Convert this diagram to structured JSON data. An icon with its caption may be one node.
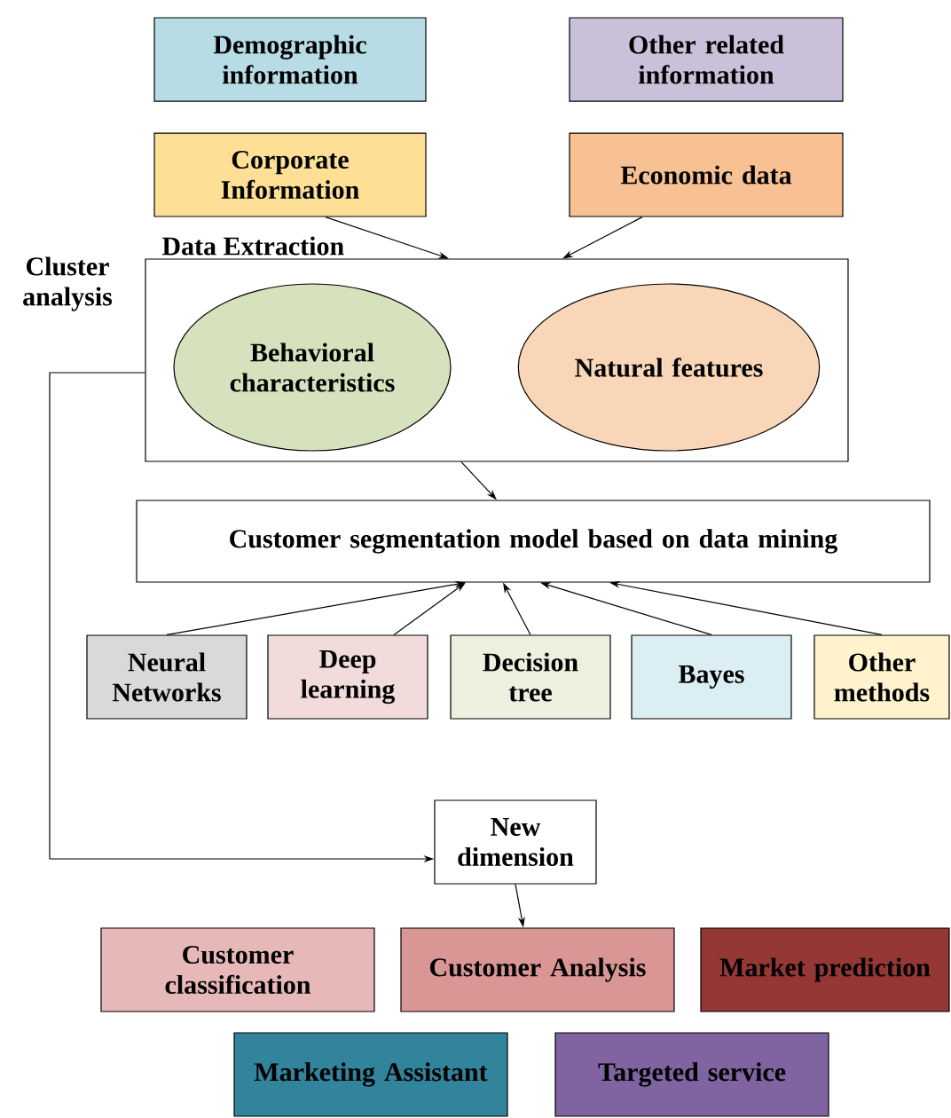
{
  "diagram": {
    "nodes": [
      {
        "text": [
          "Demographic information"
        ]
      },
      {
        "text": [
          "Other related information"
        ]
      },
      {
        "text": [
          "Corporate Information"
        ]
      },
      {
        "text": [
          "Economic data"
        ]
      },
      {
        "text": [
          "Data Extraction"
        ]
      },
      {
        "text": [
          "Behavioral characteristics"
        ],
        "in": 4
      },
      {
        "text": [
          "Natural features"
        ],
        "in": 4
      },
      {
        "text": [
          "Customer segmentation model based on data mining"
        ]
      },
      {
        "text": [
          "Neural Networks"
        ]
      },
      {
        "text": [
          "Deep learning"
        ]
      },
      {
        "text": [
          "Decision tree"
        ]
      },
      {
        "text": [
          "Bayes"
        ]
      },
      {
        "text": [
          "Other methods"
        ]
      },
      {
        "text": [
          "New dimension"
        ]
      },
      {
        "text": [
          "Customer classification"
        ]
      },
      {
        "text": [
          "Customer Analysis"
        ]
      },
      {
        "text": [
          "Market prediction"
        ]
      },
      {
        "text": [
          "Marketing Assistant"
        ]
      },
      {
        "text": [
          "Targeted service"
        ]
      }
    ],
    "edges": [
      {
        "from": 2,
        "to": 4,
        "arrow": "to"
      },
      {
        "from": 3,
        "to": 4,
        "arrow": "to"
      },
      {
        "from": 4,
        "to": 7,
        "arrow": "to"
      },
      {
        "from": 8,
        "to": 7,
        "arrow": "to"
      },
      {
        "from": 9,
        "to": 7,
        "arrow": "to"
      },
      {
        "from": 10,
        "to": 7,
        "arrow": "to"
      },
      {
        "from": 11,
        "to": 7,
        "arrow": "to"
      },
      {
        "from": 12,
        "to": 7,
        "arrow": "to"
      },
      {
        "from": 4,
        "to": 13,
        "arrow": "to",
        "label": "Cluster analysis"
      },
      {
        "from": 13,
        "to": 15,
        "arrow": "to"
      }
    ]
  }
}
